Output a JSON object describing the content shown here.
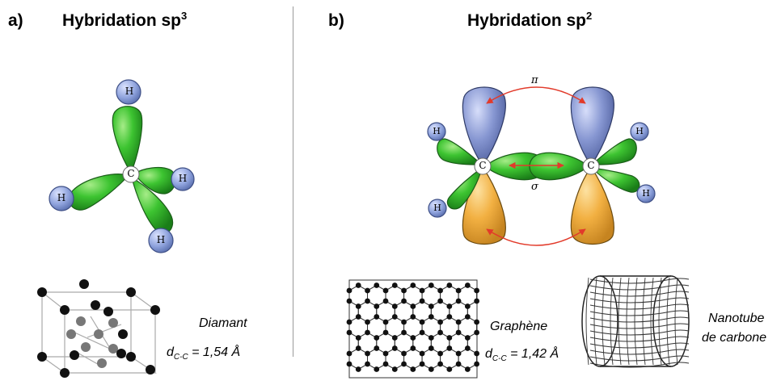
{
  "panel_a": {
    "letter": "a)",
    "title_main": "Hybridation sp",
    "title_sup": "3",
    "center_atom": "C",
    "h_atom": "H",
    "caption_name": "Diamant",
    "caption_d": "d",
    "caption_sub": "C-C",
    "caption_value": " = 1,54 Å"
  },
  "panel_b": {
    "letter": "b)",
    "title_main": "Hybridation sp",
    "title_sup": "2",
    "center_atom": "C",
    "h_atom": "H",
    "pi_label": "π",
    "sigma_label": "σ",
    "graphene_name": "Graphène",
    "graphene_d": "d",
    "graphene_sub": "C-C",
    "graphene_value": " = 1,42 Å",
    "nanotube_line1": "Nanotube",
    "nanotube_line2": "de carbone"
  },
  "colors": {
    "lobe_green": "#2fb82b",
    "lobe_blue": "#7f8fc8",
    "lobe_orange": "#f0b043",
    "h_atom": "#8aa0d8",
    "arrow_red": "#e23a2a",
    "divider": "#9a9a9a"
  }
}
